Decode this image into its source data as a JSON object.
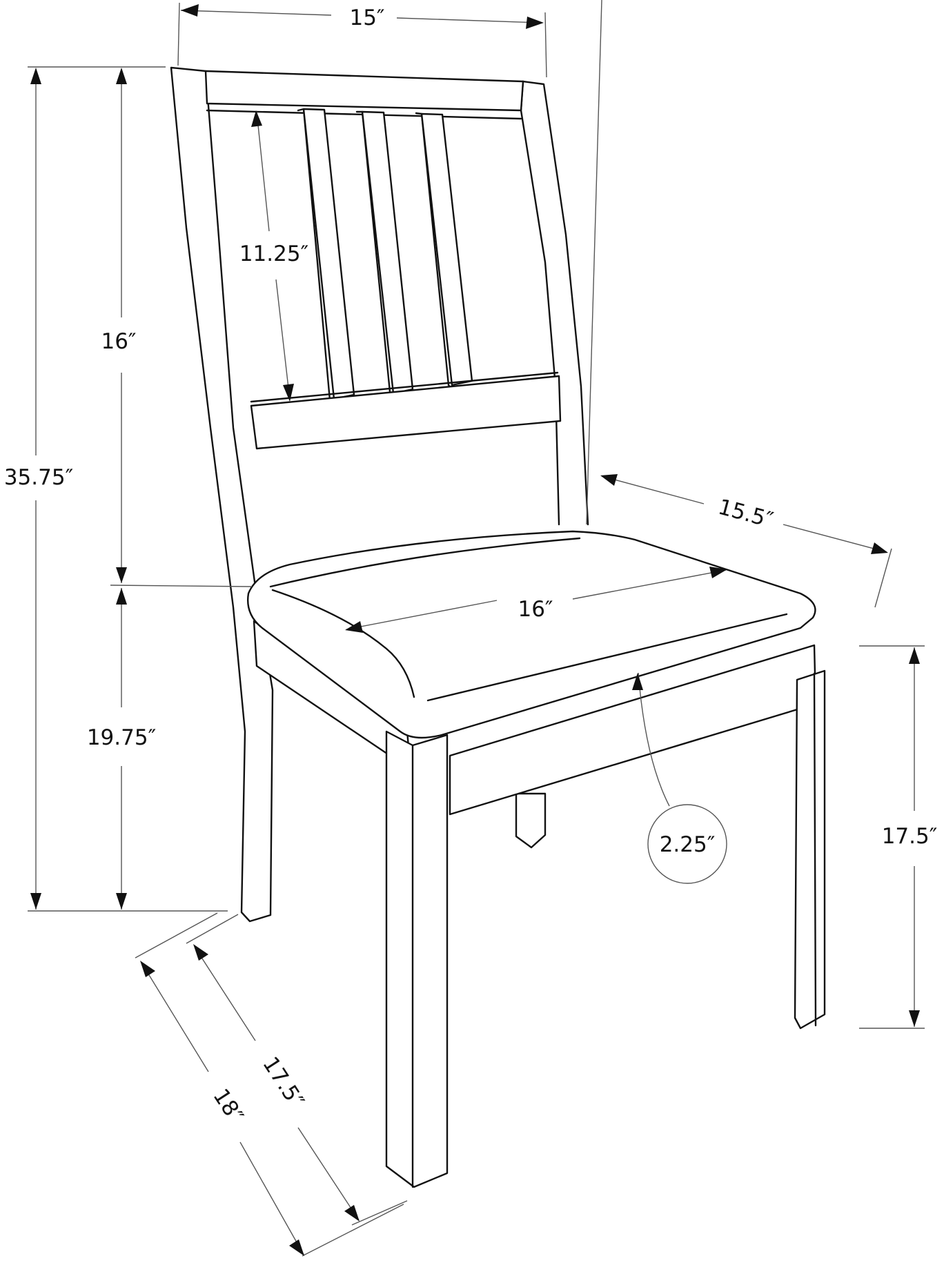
{
  "diagram": {
    "subject": "Dining chair dimension drawing",
    "colors": {
      "line": "#111111",
      "dimension_line": "#555555",
      "background": "#ffffff"
    },
    "dimensions": {
      "back_width": "15″",
      "overall_height": "35.75″",
      "back_height": "16″",
      "slat_height": "11.25″",
      "seat_height_left": "19.75″",
      "seat_depth_top": "15.5″",
      "seat_width": "16″",
      "seat_thickness": "2.25″",
      "seat_height_right": "17.5″",
      "base_depth_inner": "17.5″",
      "base_depth_outer": "18″"
    }
  }
}
